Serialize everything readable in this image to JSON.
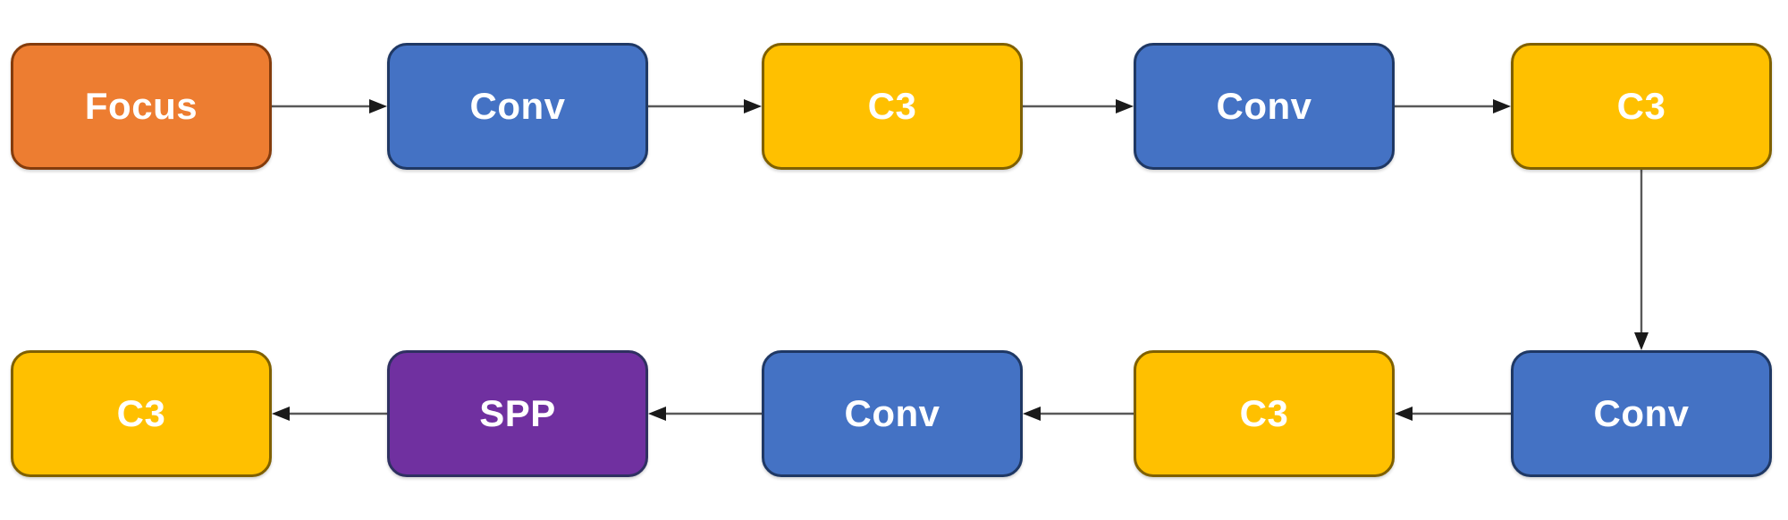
{
  "diagram": {
    "background_color": "#ffffff",
    "text_color": "#ffffff",
    "arrow_line_color": "#595959",
    "arrow_head_color": "#1a1a1a",
    "nodes": [
      {
        "id": "focus",
        "label": "Focus",
        "row": 0,
        "col": 0,
        "fill": "#ED7D31",
        "border": "#843C0C"
      },
      {
        "id": "conv1",
        "label": "Conv",
        "row": 0,
        "col": 1,
        "fill": "#4472C4",
        "border": "#1F3864"
      },
      {
        "id": "c3_1",
        "label": "C3",
        "row": 0,
        "col": 2,
        "fill": "#FFC000",
        "border": "#7F6000"
      },
      {
        "id": "conv2",
        "label": "Conv",
        "row": 0,
        "col": 3,
        "fill": "#4472C4",
        "border": "#1F3864"
      },
      {
        "id": "c3_2",
        "label": "C3",
        "row": 0,
        "col": 4,
        "fill": "#FFC000",
        "border": "#7F6000"
      },
      {
        "id": "c3_3",
        "label": "C3",
        "row": 1,
        "col": 0,
        "fill": "#FFC000",
        "border": "#7F6000"
      },
      {
        "id": "spp",
        "label": "SPP",
        "row": 1,
        "col": 1,
        "fill": "#7030A0",
        "border": "#2F3061"
      },
      {
        "id": "conv3",
        "label": "Conv",
        "row": 1,
        "col": 2,
        "fill": "#4472C4",
        "border": "#1F3864"
      },
      {
        "id": "c3_4",
        "label": "C3",
        "row": 1,
        "col": 3,
        "fill": "#FFC000",
        "border": "#7F6000"
      },
      {
        "id": "conv4",
        "label": "Conv",
        "row": 1,
        "col": 4,
        "fill": "#4472C4",
        "border": "#1F3864"
      }
    ],
    "edges": [
      {
        "from": "focus",
        "to": "conv1"
      },
      {
        "from": "conv1",
        "to": "c3_1"
      },
      {
        "from": "c3_1",
        "to": "conv2"
      },
      {
        "from": "conv2",
        "to": "c3_2"
      },
      {
        "from": "c3_2",
        "to": "conv4"
      },
      {
        "from": "conv4",
        "to": "c3_4"
      },
      {
        "from": "c3_4",
        "to": "conv3"
      },
      {
        "from": "conv3",
        "to": "spp"
      },
      {
        "from": "spp",
        "to": "c3_3"
      }
    ]
  }
}
